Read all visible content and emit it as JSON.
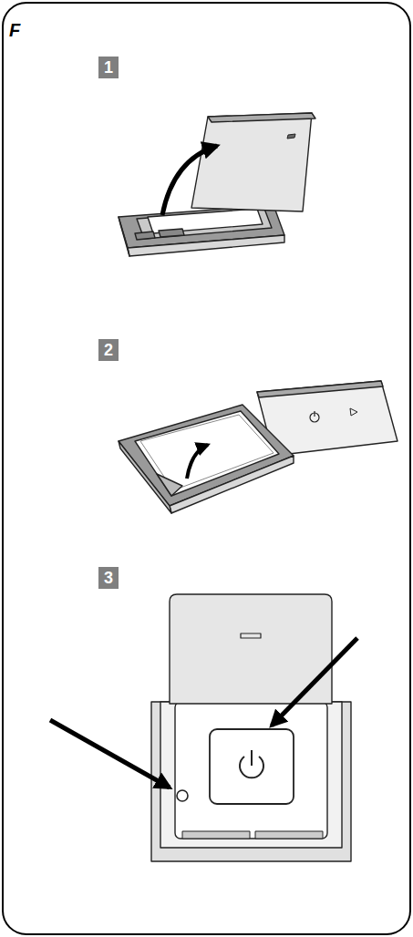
{
  "diagram": {
    "labels": [
      "F",
      "1",
      "2",
      "3"
    ]
  }
}
